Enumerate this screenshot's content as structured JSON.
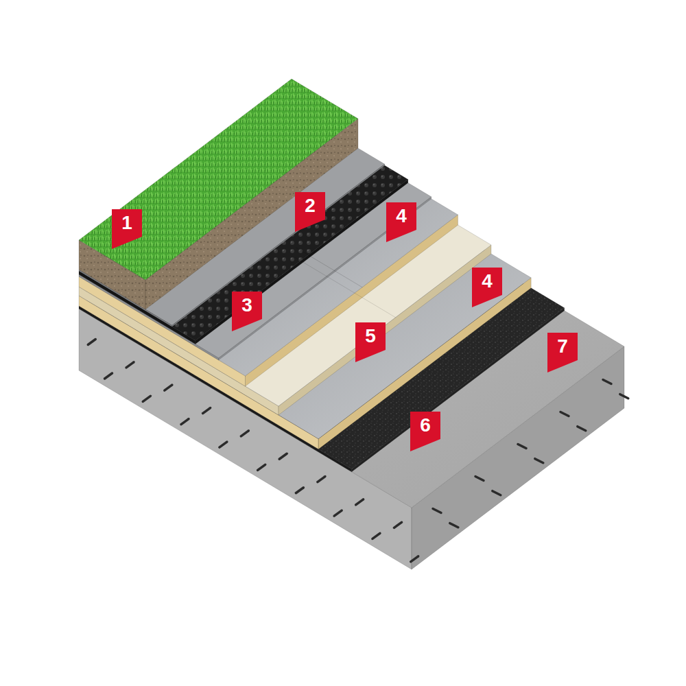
{
  "diagram": {
    "labels": [
      "1",
      "2",
      "4",
      "3",
      "5",
      "4",
      "7",
      "6"
    ]
  }
}
